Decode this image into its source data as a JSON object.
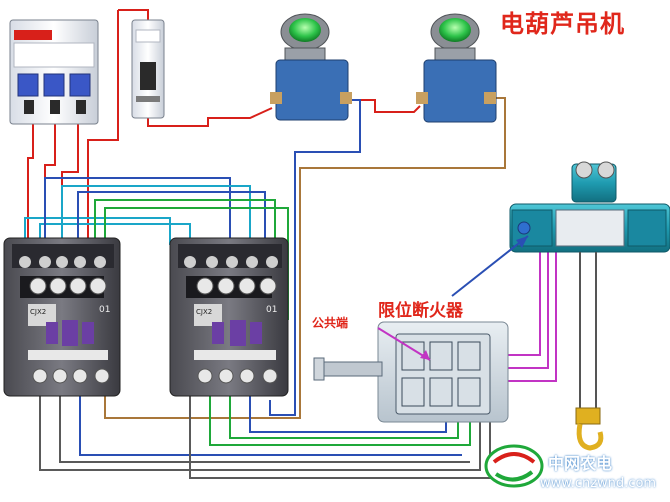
{
  "title": "电葫芦吊机",
  "labels": {
    "limit_switch": "限位断火器",
    "common_terminal": "公共端"
  },
  "watermark": {
    "text": "中网农电",
    "url": "www.cnzwnd.com"
  },
  "contactor_marks": {
    "left_model": "CJX2",
    "right_model": "CJX2",
    "left_code": "01",
    "right_code": "01"
  },
  "colors": {
    "title": "#e0271b",
    "wire_red": "#d8201a",
    "wire_blue": "#2a4fb4",
    "wire_cyan": "#1aa6c8",
    "wire_green": "#1fa83a",
    "wire_brown": "#a9773a",
    "wire_purple": "#c234c4",
    "hoist_body": "#1f9bb0"
  }
}
